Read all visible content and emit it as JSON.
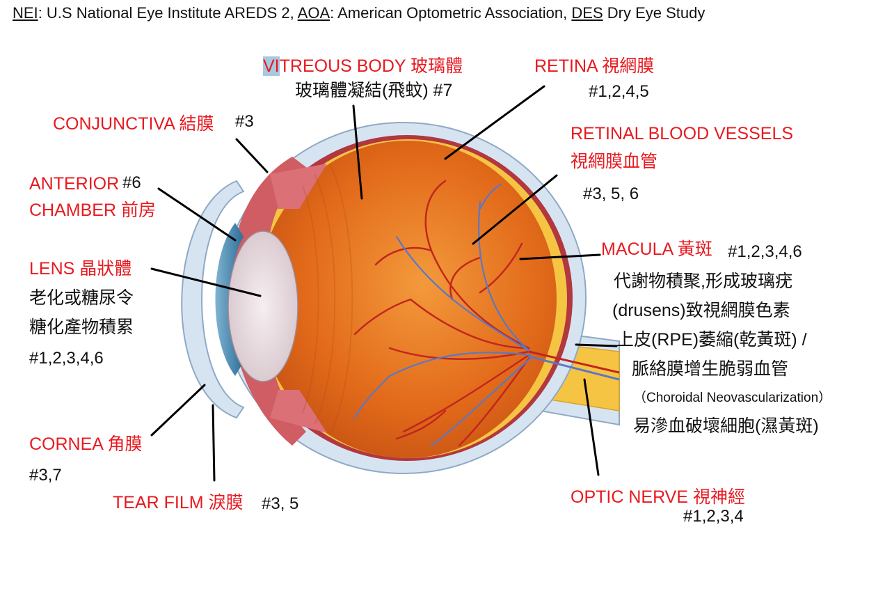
{
  "header": {
    "nei_abbr": "NEI",
    "nei_text": ": U.S National Eye Institute AREDS 2, ",
    "aoa_abbr": "AOA",
    "aoa_text": ": American Optometric Association, ",
    "des_abbr": "DES",
    "des_text": " Dry Eye Study"
  },
  "labels": {
    "vitreous": {
      "highlight": "VI",
      "title": "TREOUS BODY 玻璃體",
      "note": "玻璃體凝結(飛蚊) #7"
    },
    "retina": {
      "title": "RETINA 視網膜",
      "refs": "#1,2,4,5"
    },
    "conjunctiva": {
      "title": "CONJUNCTIVA  結膜",
      "refs": "#3"
    },
    "retinal_vessels": {
      "title_en": "RETINAL BLOOD VESSELS",
      "title_cn": "視網膜血管",
      "refs": "#3, 5, 6"
    },
    "anterior_chamber": {
      "line1": "ANTERIOR",
      "refs": "#6",
      "line2": "CHAMBER 前房"
    },
    "macula": {
      "title": "MACULA 黃斑",
      "refs": "#1,2,3,4,6",
      "note1": "代謝物積聚,形成玻璃疣",
      "note2": "(drusens)致視網膜色素",
      "note3": "上皮(RPE)萎縮(乾黃斑) /",
      "note4": "脈絡膜增生脆弱血管",
      "note5": "（Choroidal Neovascularization）",
      "note6": "易滲血破壞細胞(濕黃斑)"
    },
    "lens": {
      "title": "LENS 晶狀體",
      "note1": "老化或糖尿令",
      "note2": "糖化產物積累",
      "refs": "#1,2,3,4,6"
    },
    "cornea": {
      "title": "CORNEA 角膜",
      "refs": "#3,7"
    },
    "tear_film": {
      "title": "TEAR FILM 淚膜",
      "refs": "#3, 5"
    },
    "optic_nerve": {
      "title": "OPTIC NERVE 視神經",
      "refs": "#1,2,3,4"
    }
  },
  "colors": {
    "label_red": "#e8191f",
    "text_black": "#111111",
    "sclera": "#d6e4f2",
    "choroid": "#b2373f",
    "retina_yellow": "#f6c443",
    "vitreous_orange": "#e46d1c",
    "iris_blue": "#4f8fb4",
    "vein_blue": "#5b78c4",
    "artery_red": "#c2261d"
  }
}
